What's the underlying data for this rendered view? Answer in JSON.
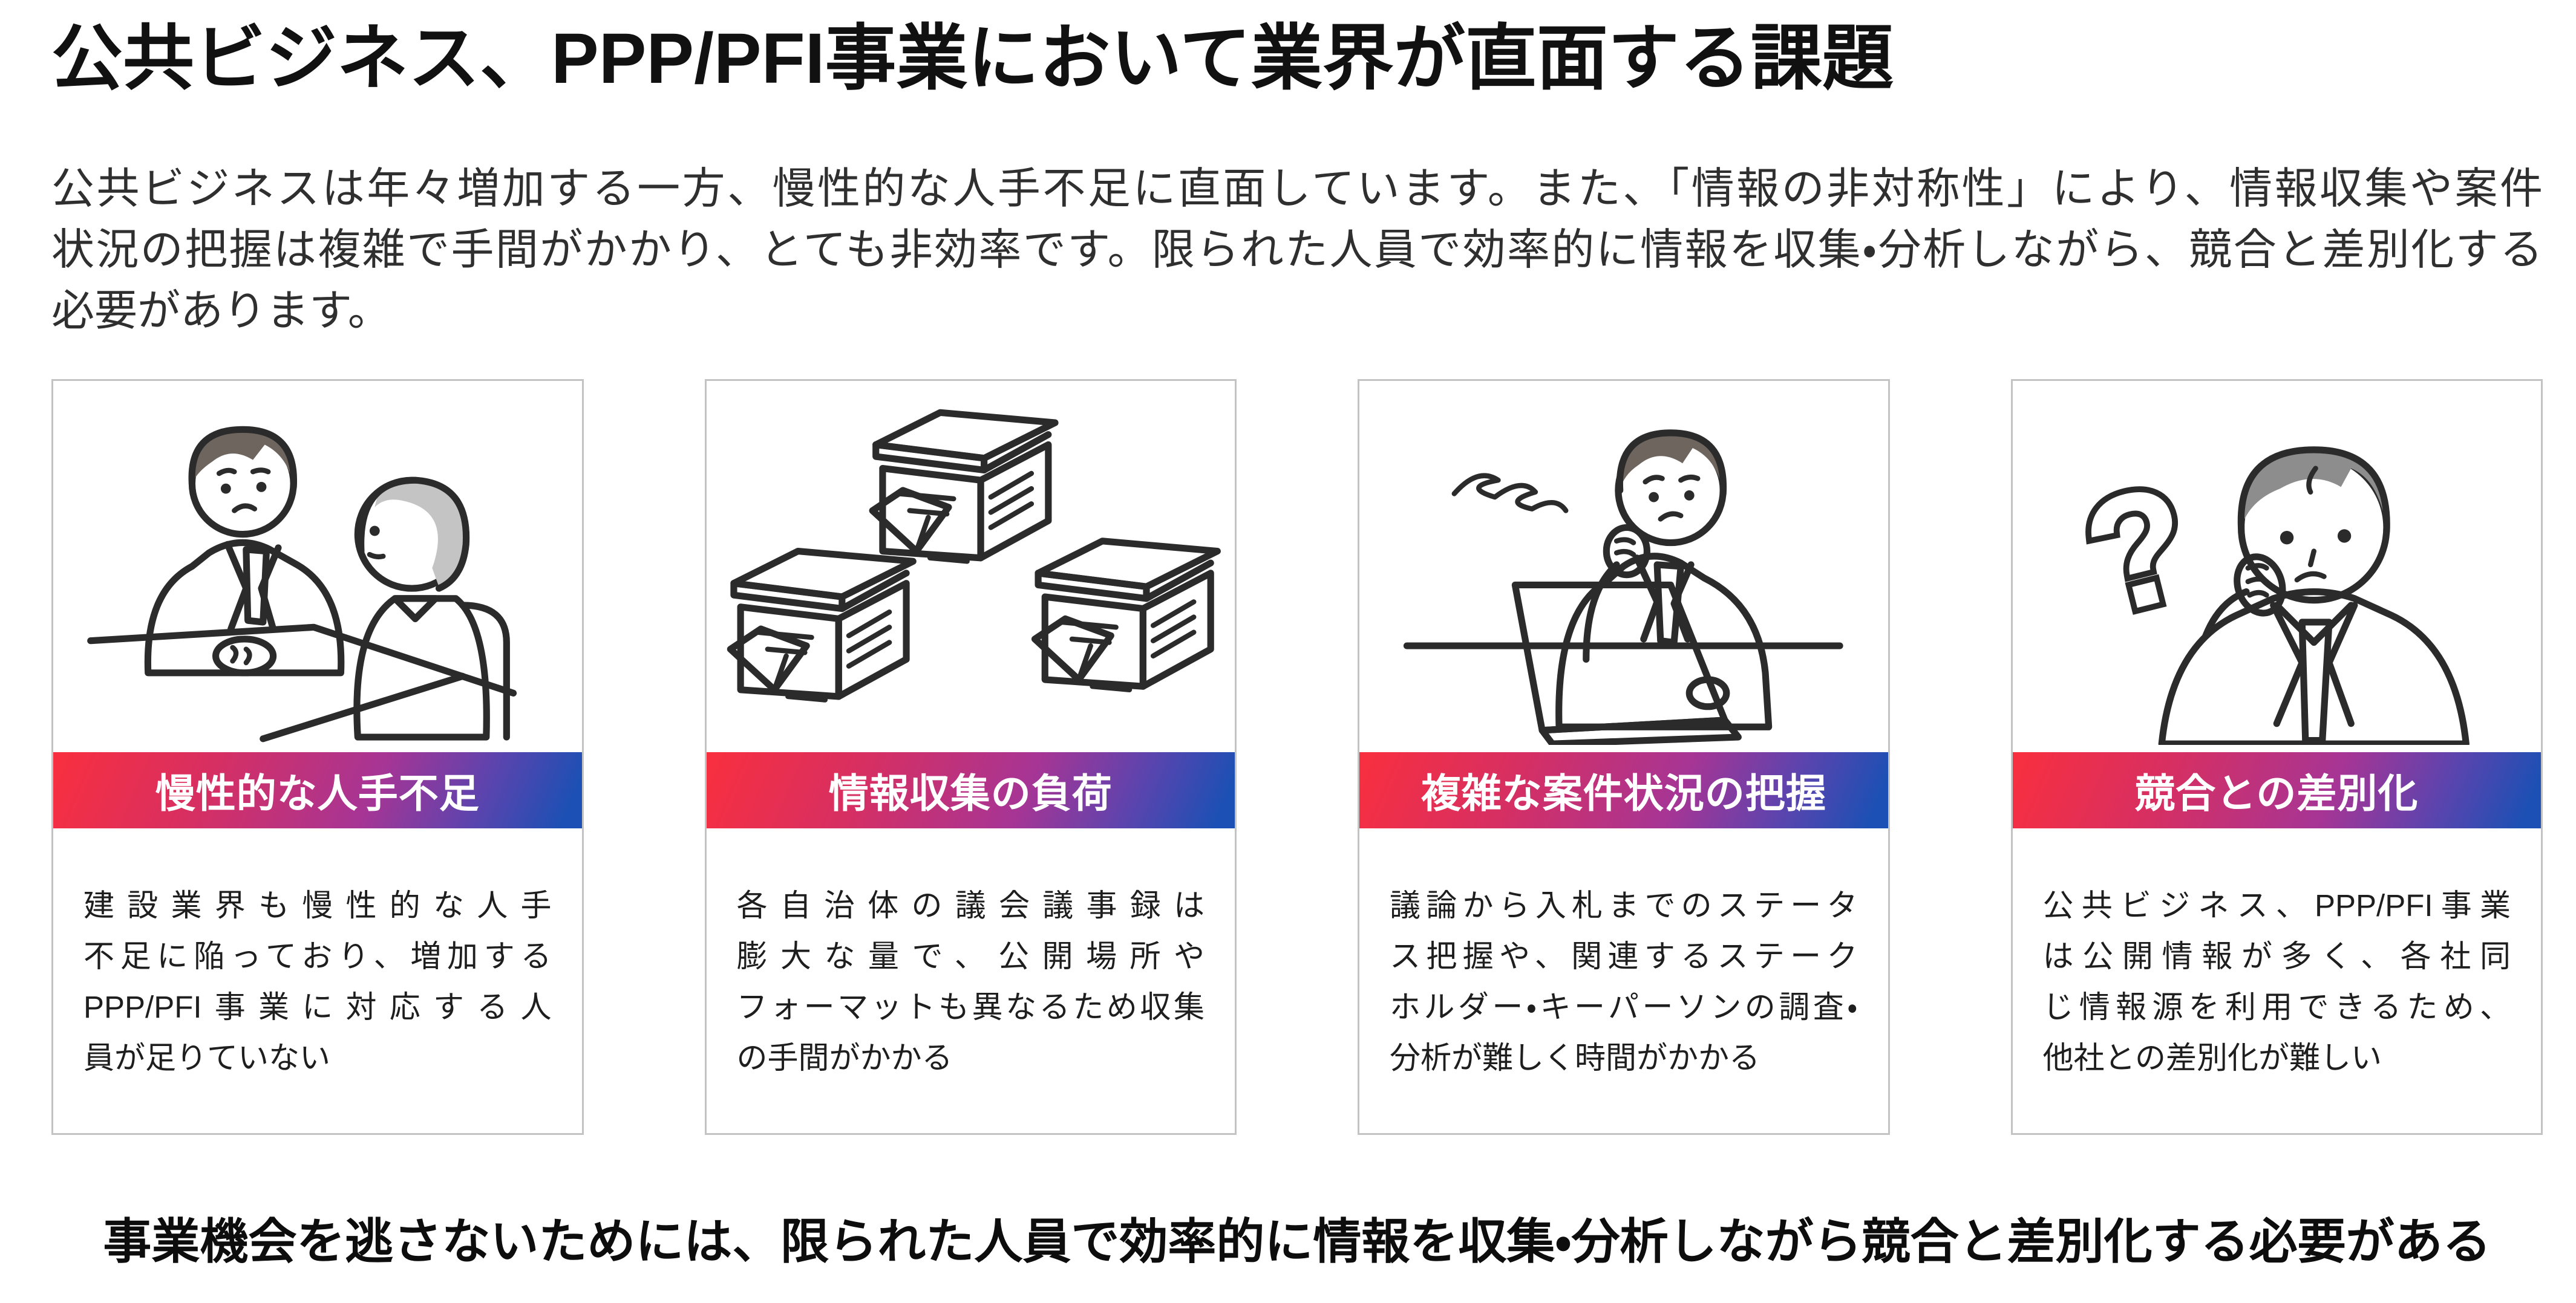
{
  "slide": {
    "title": "公共ビジネス、PPP/PFI事業において業界が直面する課題",
    "intro_lines": [
      "公共ビジネスは年々増加する一方、慢性的な人手不足に直面しています。また、「情報の非対称性」により、情報収集や案件",
      "状況の把握は複雑で手間がかかり、とても非効率です。限られた人員で効率的に情報を収集・分析しながら、競合と差別化する",
      "必要があります。"
    ],
    "conclusion": "事業機会を逃さないためには、限られた人員で効率的に情報を収集・分析しながら競合と差別化する必要がある"
  },
  "cards": [
    {
      "illustration": "two-businesspeople-meeting",
      "title": "慢性的な人手不足",
      "body_lines": [
        "建設業界も慢性的な人手",
        "不足に陥っており、増加する",
        "PPP/PFI事業に対応する人",
        "員が足りていない"
      ]
    },
    {
      "illustration": "stacks-of-documents",
      "title": "情報収集の負荷",
      "body_lines": [
        "各自治体の議会議事録は",
        "膨大な量で、公開場所や",
        "フォーマットも異なるため収集",
        "の手間がかかる"
      ]
    },
    {
      "illustration": "stressed-worker-at-laptop",
      "title": "複雑な案件状況の把握",
      "body_lines": [
        "議論から入札までのステータ",
        "ス把握や、関連するステーク",
        "ホルダー・キーパーソンの調査・",
        "分析が難しく時間がかかる"
      ]
    },
    {
      "illustration": "thinking-businessman-with-question-mark",
      "title": "競合との差別化",
      "body_lines": [
        "公共ビジネス、PPP/PFI事業",
        "は公開情報が多く、各社同",
        "じ情報源を利用できるため、",
        "他社との差別化が難しい"
      ],
      "q_mark": "?"
    }
  ],
  "colors": {
    "gradient_start": "#f92f3e",
    "gradient_mid": "#a63595",
    "gradient_end": "#1d50b4",
    "card_border": "#c3c3c3",
    "illustration_blue": "#3e8ccd",
    "suit_gray": "#c8c8c8",
    "hair_dark": "#6e655f",
    "hair_light": "#c4c4c4",
    "tie_gray": "#8f8f8f",
    "text_dark": "#1e1e1e"
  }
}
